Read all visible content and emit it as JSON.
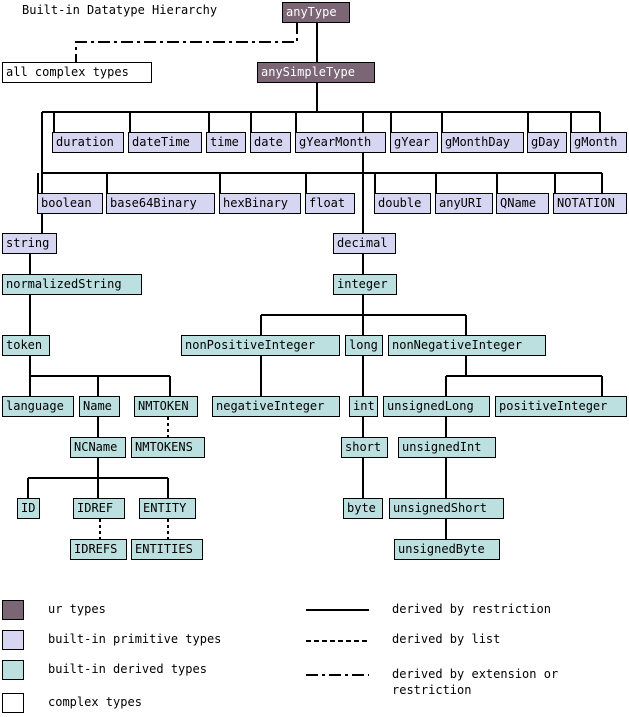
{
  "title": "Built-in Datatype Hierarchy",
  "colors": {
    "ur": "#7b6675",
    "primitive": "#d6d6f2",
    "derived": "#bcdfe0",
    "complex": "#ffffff"
  },
  "nodes": {
    "anyType": "anyType",
    "allComplex": "all complex types",
    "anySimpleType": "anySimpleType",
    "duration": "duration",
    "dateTime": "dateTime",
    "time": "time",
    "date": "date",
    "gYearMonth": "gYearMonth",
    "gYear": "gYear",
    "gMonthDay": "gMonthDay",
    "gDay": "gDay",
    "gMonth": "gMonth",
    "boolean": "boolean",
    "base64Binary": "base64Binary",
    "hexBinary": "hexBinary",
    "float": "float",
    "double": "double",
    "anyURI": "anyURI",
    "QName": "QName",
    "NOTATION": "NOTATION",
    "string": "string",
    "decimal": "decimal",
    "normalizedString": "normalizedString",
    "integer": "integer",
    "token": "token",
    "nonPositiveInteger": "nonPositiveInteger",
    "long": "long",
    "nonNegativeInteger": "nonNegativeInteger",
    "language": "language",
    "Name": "Name",
    "NMTOKEN": "NMTOKEN",
    "negativeInteger": "negativeInteger",
    "int": "int",
    "unsignedLong": "unsignedLong",
    "positiveInteger": "positiveInteger",
    "NCName": "NCName",
    "NMTOKENS": "NMTOKENS",
    "short": "short",
    "unsignedInt": "unsignedInt",
    "ID": "ID",
    "IDREF": "IDREF",
    "ENTITY": "ENTITY",
    "byte": "byte",
    "unsignedShort": "unsignedShort",
    "IDREFS": "IDREFS",
    "ENTITIES": "ENTITIES",
    "unsignedByte": "unsignedByte"
  },
  "legend": {
    "ur": "ur types",
    "primitive": "built-in primitive types",
    "derived": "built-in derived types",
    "complex": "complex types",
    "restriction": "derived by restriction",
    "list": "derived by list",
    "extension_line1": "derived by extension or",
    "extension_line2": "restriction"
  }
}
